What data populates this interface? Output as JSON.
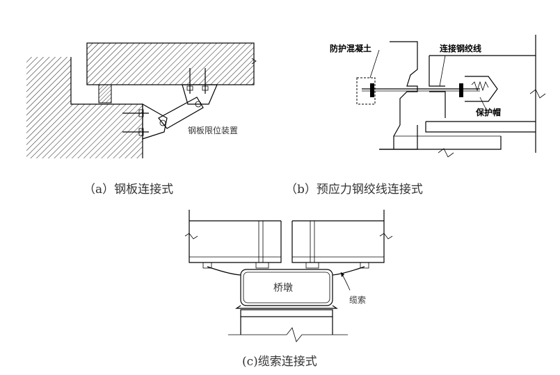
{
  "panel_a": {
    "caption": "（a）钢板连接式",
    "label_device": "钢板限位装置"
  },
  "panel_b": {
    "caption": "（b）预应力钢绞线连接式",
    "label_concrete": "防护混凝土",
    "label_strand": "连接钢绞线",
    "label_cap": "保护帽"
  },
  "panel_c": {
    "caption": "(c)缆索连接式",
    "label_pier": "桥墩",
    "label_cable": "缆索"
  },
  "colors": {
    "line": "#000000",
    "background": "#ffffff"
  }
}
